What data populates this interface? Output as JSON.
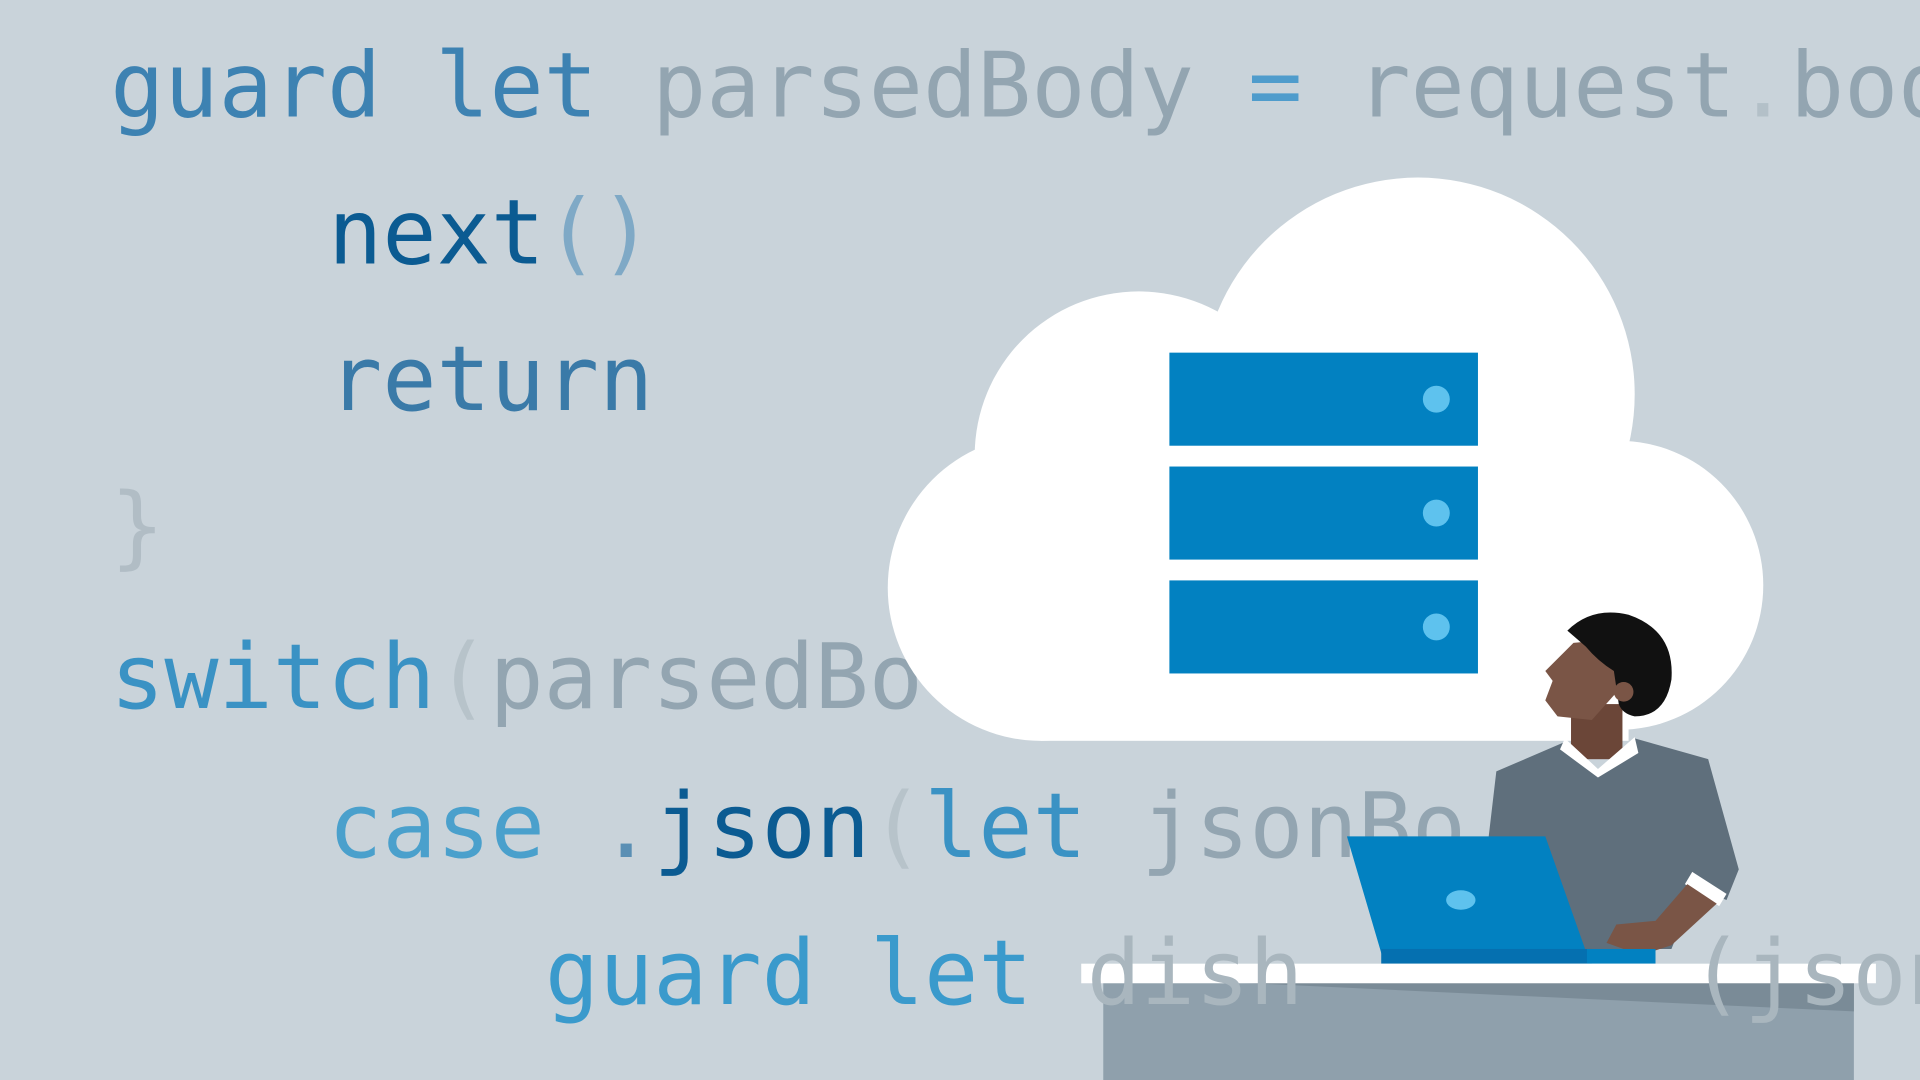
{
  "code_lines": [
    {
      "kw": "guard let",
      "rest": "parsedBody",
      "op": "=",
      "tail": "request",
      "dot": ".",
      "end": "bod"
    },
    {
      "fn": "next",
      "paren": "()"
    },
    {
      "kw": "return"
    },
    {
      "brace": "}"
    },
    {
      "kw": "switch",
      "paren": "(",
      "rest": "parsedBo"
    },
    {
      "kw": "case",
      "dot": ".",
      "fn": "json",
      "paren": "(",
      "kw2": "let",
      "rest": "jsonBo"
    },
    {
      "kw": "guard let",
      "rest": "dish",
      "tail": "(json"
    }
  ],
  "colors": {
    "background": "#c9d3da",
    "server": "#0281c1",
    "server_led": "#5ec2ee",
    "cloud": "#ffffff",
    "desk": "#8fa0ac"
  }
}
